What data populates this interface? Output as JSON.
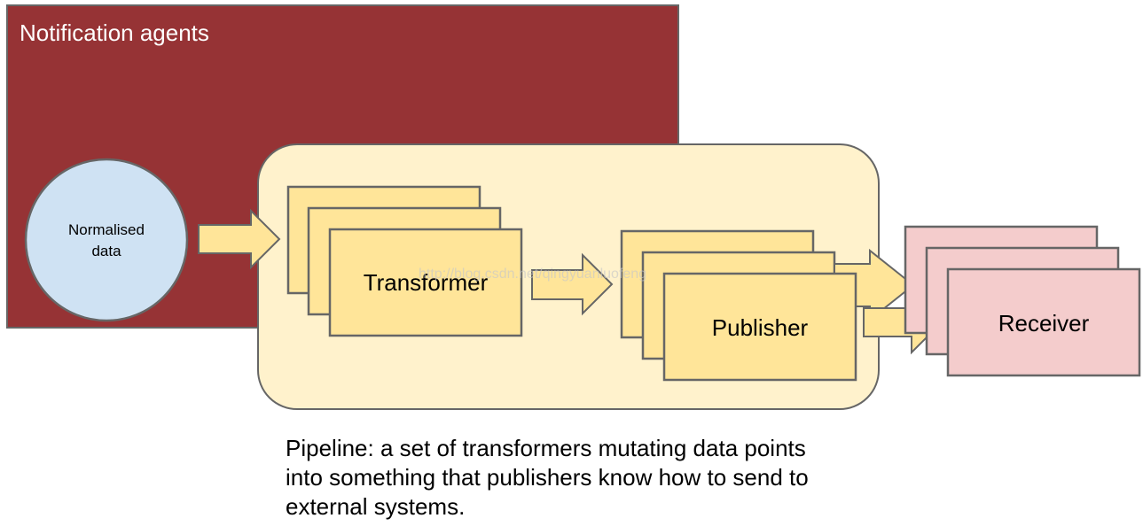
{
  "notification_agents": {
    "title": "Notification agents"
  },
  "normalised_data": {
    "line1": "Normalised",
    "line2": "data"
  },
  "transformer": {
    "label": "Transformer"
  },
  "publisher": {
    "label": "Publisher"
  },
  "receiver": {
    "label": "Receiver"
  },
  "watermark": {
    "text": "http://blog.csdn.net/qingyuanluofeng"
  },
  "caption": {
    "line1": "Pipeline: a set of transformers mutating data points",
    "line2": "into something that publishers know how to send to",
    "line3": "external systems."
  },
  "colors": {
    "agents_fill": "#963335",
    "pipeline_fill": "#fff2cc",
    "stage_fill": "#ffe599",
    "circle_fill": "#cfe2f3",
    "receiver_fill": "#f4cccc",
    "outline": "#666666"
  }
}
